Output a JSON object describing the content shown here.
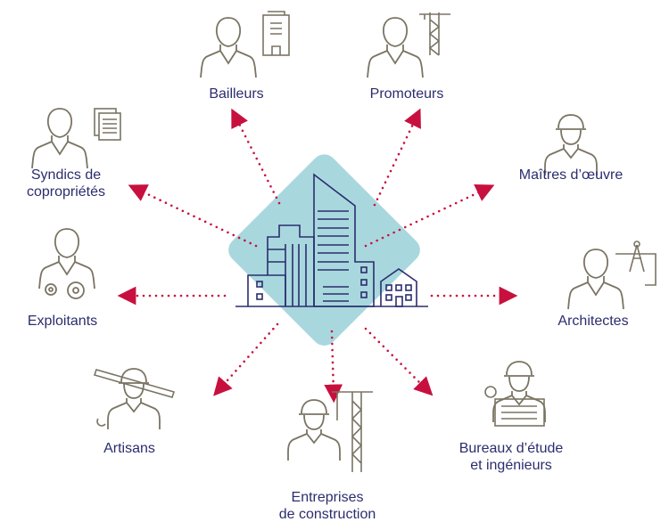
{
  "colors": {
    "accent": "#c8103e",
    "text": "#2b2d6e",
    "diamond": "#a8d8de",
    "icon": "#7a7463"
  },
  "center": {
    "icon": "buildings-icon"
  },
  "stakeholders": [
    {
      "id": "bailleurs",
      "lines": [
        "Bailleurs"
      ],
      "icon": "person-office-building-icon"
    },
    {
      "id": "promoteurs",
      "lines": [
        "Promoteurs"
      ],
      "icon": "person-crane-icon"
    },
    {
      "id": "maitres",
      "lines": [
        "Maîtres d’œuvre"
      ],
      "icon": "worker-helmet-icon"
    },
    {
      "id": "architectes",
      "lines": [
        "Architectes"
      ],
      "icon": "person-blueprint-icon"
    },
    {
      "id": "bureaux",
      "lines": [
        "Bureaux d’étude",
        "et ingénieurs"
      ],
      "icon": "engineer-control-panel-icon"
    },
    {
      "id": "entreprises",
      "lines": [
        "Entreprises",
        "de construction"
      ],
      "icon": "worker-crane-icon"
    },
    {
      "id": "artisans",
      "lines": [
        "Artisans"
      ],
      "icon": "worker-tools-icon"
    },
    {
      "id": "exploitants",
      "lines": [
        "Exploitants"
      ],
      "icon": "person-gears-icon"
    },
    {
      "id": "syndics",
      "lines": [
        "Syndics de",
        "copropriétés"
      ],
      "icon": "person-documents-icon"
    }
  ]
}
